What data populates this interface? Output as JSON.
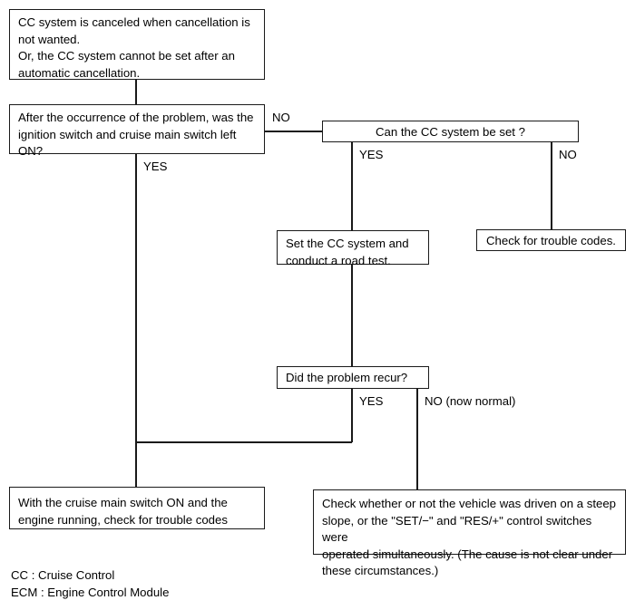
{
  "diagram": {
    "title": "CC System Cancellation Troubleshooting Flowchart",
    "background_color": "#ffffff",
    "line_color": "#1a1a1a",
    "nodes": {
      "problem_statement": "CC system is canceled when cancellation is\nnot wanted.\nOr, the CC system cannot be set after an\nautomatic cancellation.",
      "question_switch_left_on": "After the occurrence of the problem, was the\nignition switch and cruise main switch left\nON?",
      "question_cc_can_be_set": "Can the CC system be set ?",
      "action_set_cc_road_test": "Set the CC system and\nconduct a road test.",
      "action_check_trouble_codes": "Check for trouble codes.",
      "question_problem_recur": "Did the problem recur?",
      "action_cruise_switch_on_check_codes": "With the cruise main switch ON and the\nengine running, check for trouble codes",
      "action_check_steep_slope": "Check whether or not the vehicle was driven on a steep\nslope, or the \"SET/−\" and \"RES/+\" control switches were\noperated simultaneously. (The cause is not clear under\nthese circumstances.)"
    },
    "edge_labels": {
      "switch_no": "NO",
      "switch_yes": "YES",
      "cc_set_yes": "YES",
      "cc_set_no": "NO",
      "recur_yes": "YES",
      "recur_no": "NO (now normal)"
    },
    "legend": "CC : Cruise Control\nECM : Engine Control Module"
  }
}
